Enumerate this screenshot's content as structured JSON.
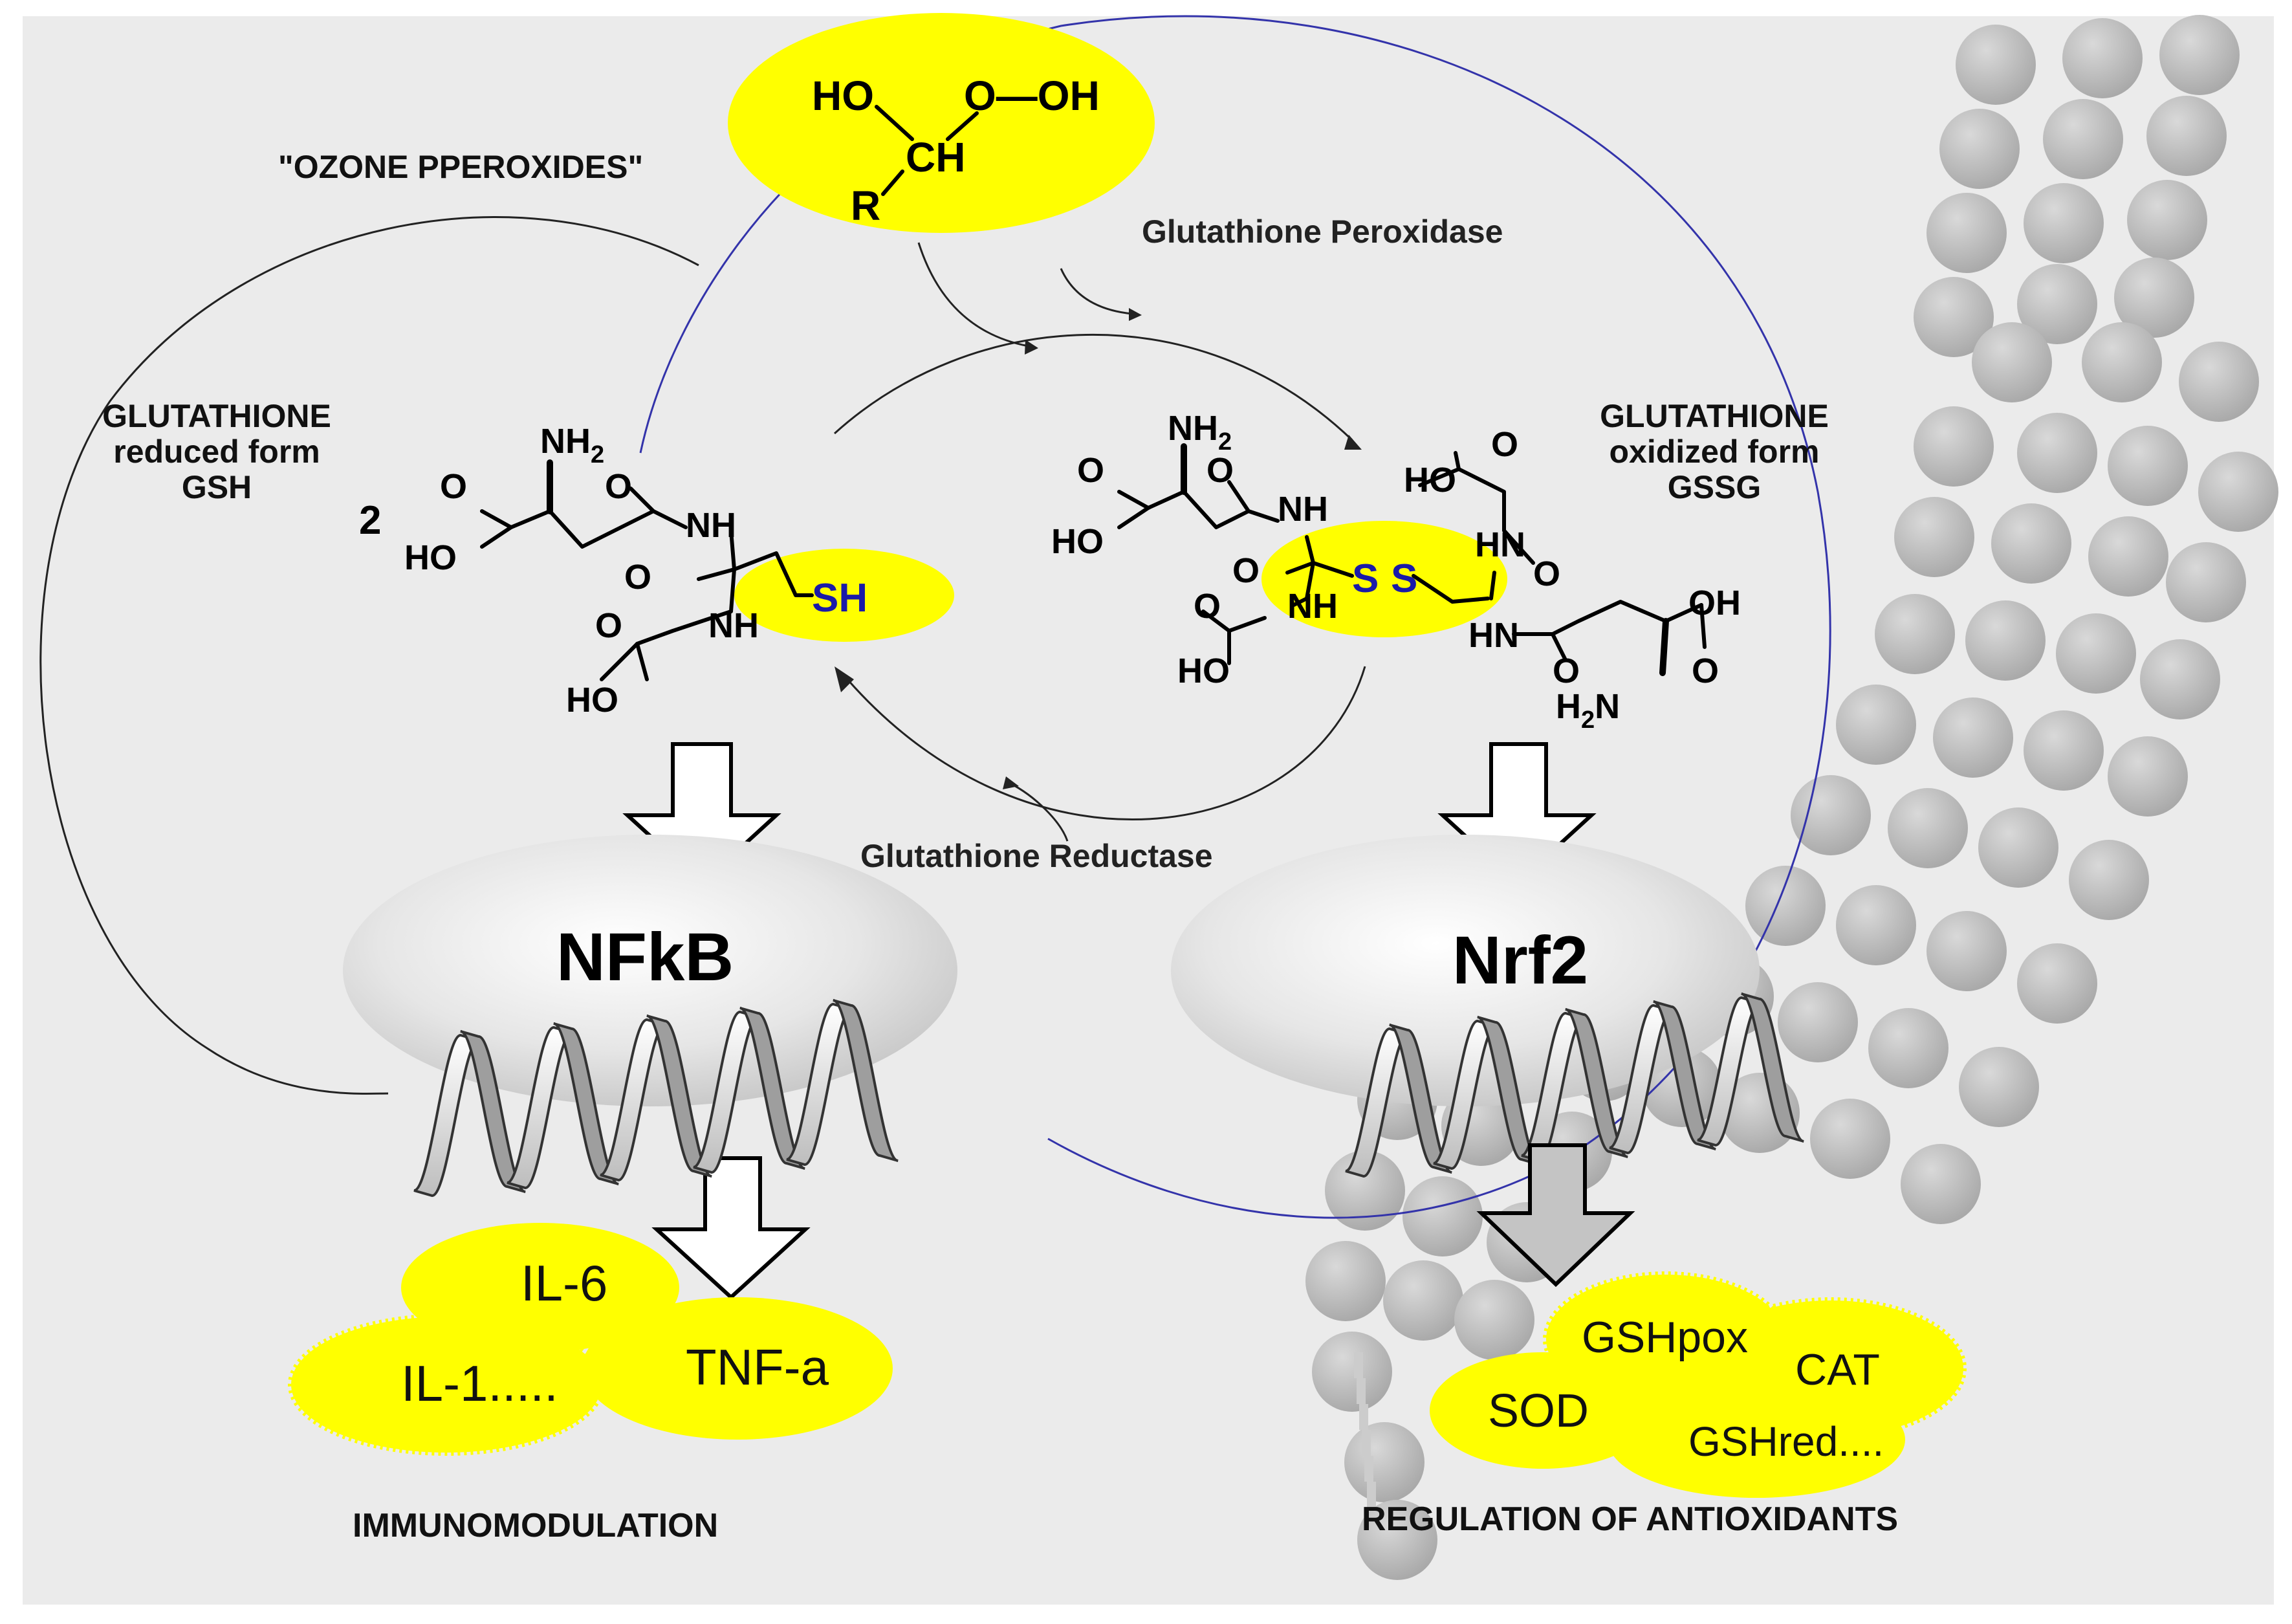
{
  "labels": {
    "ozone_peroxides": "\"OZONE PPEROXIDES\"",
    "gpx": "Glutathione Peroxidase",
    "gr": "Glutathione Reductase",
    "gsh_line1": "GLUTATHIONE",
    "gsh_line2": "reduced form",
    "gsh_line3": "GSH",
    "gssg_line1": "GLUTATHIONE",
    "gssg_line2": "oxidized form",
    "gssg_line3": "GSSG",
    "coefficient": "2",
    "immunomodulation": "IMMUNOMODULATION",
    "antioxidants": "REGULATION OF ANTIOXIDANTS"
  },
  "peroxide": {
    "ho": "HO",
    "o_oh": "O—OH",
    "ch": "CH",
    "r": "R"
  },
  "gsh": {
    "nh2": "NH",
    "nh2_sub": "2",
    "o1": "O",
    "o2": "O",
    "ho1": "HO",
    "nh1": "NH",
    "o3": "O",
    "sh": "SH",
    "nh2b": "NH",
    "o4": "O",
    "ho2": "HO"
  },
  "gssg": {
    "nh2": "NH",
    "nh2_sub": "2",
    "o1": "O",
    "o2": "O",
    "ho1": "HO",
    "nh1": "NH",
    "o3": "O",
    "s1": "S",
    "s2": "S",
    "nh3": "NH",
    "o4": "O",
    "ho2": "HO",
    "o5": "O",
    "ho3": "HO",
    "hn1": "HN",
    "o6": "O",
    "hn2": "HN",
    "o7": "O",
    "oh": "OH",
    "o8": "O",
    "h2n": "H",
    "h2n_sub": "2",
    "h2n_n": "N"
  },
  "factors": {
    "nfkb": "NFkB",
    "nrf2": "Nrf2"
  },
  "cytokines": [
    "IL-6",
    "TNF-a",
    "IL-1....."
  ],
  "enzymes": [
    "GSHpox",
    "CAT",
    "SOD",
    "GSHred...."
  ],
  "colors": {
    "highlight": "#ffff00",
    "sulfur": "#1a1aa8",
    "background": "#ebebeb",
    "blue_line": "#3333aa",
    "sphere": "#b8b8b8"
  }
}
